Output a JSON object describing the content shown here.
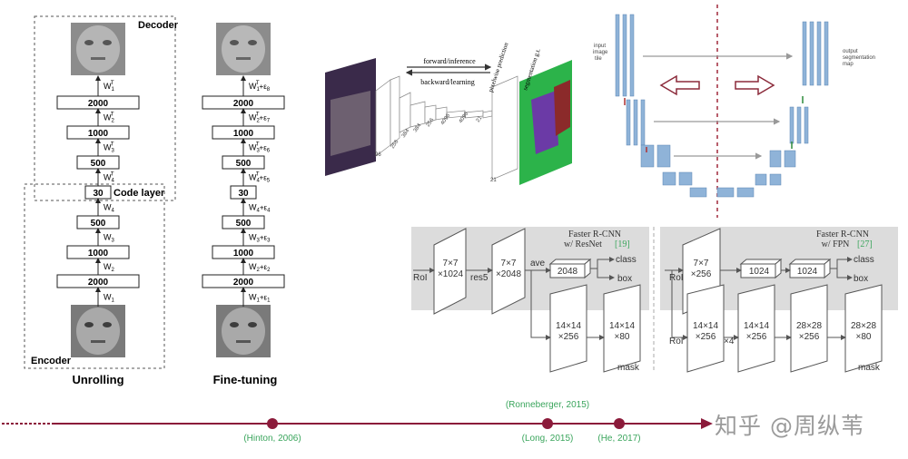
{
  "autoencoder": {
    "decoder_label": "Decoder",
    "encoder_label": "Encoder",
    "code_layer_label": "Code layer",
    "unrolling_label": "Unrolling",
    "finetuning_label": "Fine-tuning",
    "layers": [
      "2000",
      "1000",
      "500",
      "30",
      "500",
      "1000",
      "2000"
    ],
    "weights_left": [
      "W",
      "W",
      "W",
      "W",
      "W",
      "W",
      "W",
      "W"
    ],
    "weight_idx_left": [
      "1",
      "2",
      "3",
      "4",
      "4",
      "3",
      "2",
      "1"
    ],
    "weight_sup_left": [
      "",
      "",
      "",
      "",
      "T",
      "T",
      "T",
      "T"
    ],
    "eps_right": [
      "+ε",
      "+ε",
      "+ε",
      "+ε",
      "+ε",
      "+ε",
      "+ε",
      "+ε"
    ],
    "eps_idx_right": [
      "1",
      "2",
      "3",
      "4",
      "5",
      "6",
      "7",
      "8"
    ]
  },
  "fcn": {
    "forward_label": "forward/inference",
    "backward_label": "backward/learning",
    "pixelwise_label": "pixelwise prediction",
    "seg_label": "segmentation g.t.",
    "dims": [
      "96",
      "256",
      "384",
      "384",
      "256",
      "4096",
      "4096",
      "21",
      "21"
    ]
  },
  "unet": {
    "input_label": "input\nimage\ntile",
    "output_label": "output\nsegmentation\nmap"
  },
  "maskrcnn": {
    "left_title": "Faster R-CNN",
    "left_subtitle": "w/ ResNet",
    "left_ref": "[19]",
    "right_title": "Faster R-CNN",
    "right_subtitle": "w/ FPN",
    "right_ref": "[27]",
    "roi": "RoI",
    "res5": "res5",
    "ave": "ave",
    "class_label": "class",
    "box_label": "box",
    "mask_label": "mask",
    "x4": "×4",
    "blocks_left": [
      "7×7\n×1024",
      "7×7\n×2048",
      "2048",
      "14×14\n×256",
      "14×14\n×80"
    ],
    "blocks_right": [
      "7×7\n×256",
      "1024",
      "1024",
      "14×14\n×256",
      "14×14\n×256",
      "28×28\n×256",
      "28×28\n×80"
    ]
  },
  "timeline": {
    "events": [
      {
        "label": "(Hinton, 2006)"
      },
      {
        "label": "(Ronneberger, 2015)"
      },
      {
        "label": "(Long, 2015)"
      },
      {
        "label": "(He, 2017)"
      }
    ],
    "color": "#8b1a3a",
    "label_color": "#3aa55c"
  },
  "watermark": "知乎 @周纵苇"
}
